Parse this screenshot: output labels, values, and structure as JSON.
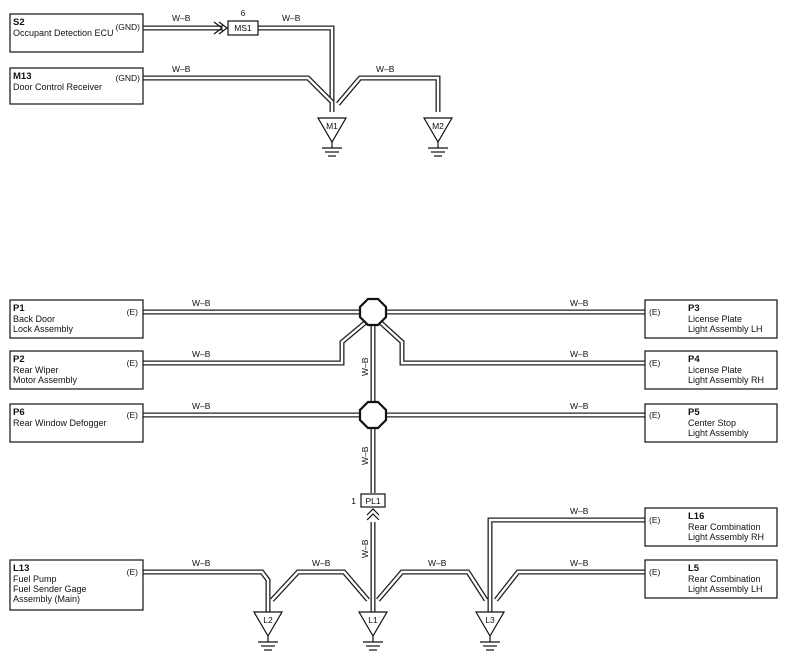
{
  "components": {
    "s2": {
      "code": "S2",
      "line1": "Occupant Detection ECU",
      "line2": "",
      "line3": "",
      "pin": "(GND)"
    },
    "m13": {
      "code": "M13",
      "line1": "Door Control Receiver",
      "line2": "",
      "line3": "",
      "pin": "(GND)"
    },
    "p1": {
      "code": "P1",
      "line1": "Back Door",
      "line2": "Lock Assembly",
      "line3": "",
      "pin": "(E)"
    },
    "p2": {
      "code": "P2",
      "line1": "Rear Wiper",
      "line2": "Motor Assembly",
      "line3": "",
      "pin": "(E)"
    },
    "p6": {
      "code": "P6",
      "line1": "Rear Window Defogger",
      "line2": "",
      "line3": "",
      "pin": "(E)"
    },
    "l13": {
      "code": "L13",
      "line1": "Fuel Pump",
      "line2": "Fuel Sender Gage",
      "line3": "Assembly (Main)",
      "pin": "(E)"
    },
    "p3": {
      "code": "P3",
      "line1": "License Plate",
      "line2": "Light Assembly LH",
      "line3": "",
      "pin": "(E)"
    },
    "p4": {
      "code": "P4",
      "line1": "License Plate",
      "line2": "Light Assembly RH",
      "line3": "",
      "pin": "(E)"
    },
    "p5": {
      "code": "P5",
      "line1": "Center Stop",
      "line2": "Light Assembly",
      "line3": "",
      "pin": "(E)"
    },
    "l16": {
      "code": "L16",
      "line1": "Rear Combination",
      "line2": "Light Assembly RH",
      "line3": "",
      "pin": "(E)"
    },
    "l5": {
      "code": "L5",
      "line1": "Rear Combination",
      "line2": "Light Assembly LH",
      "line3": "",
      "pin": "(E)"
    }
  },
  "connectors": {
    "ms1": {
      "label": "MS1",
      "pin": "6"
    },
    "pl1": {
      "label": "PL1",
      "pin": "1"
    }
  },
  "grounds": {
    "m1": "M1",
    "m2": "M2",
    "l1": "L1",
    "l2": "L2",
    "l3": "L3"
  },
  "wire_color": "W–B"
}
